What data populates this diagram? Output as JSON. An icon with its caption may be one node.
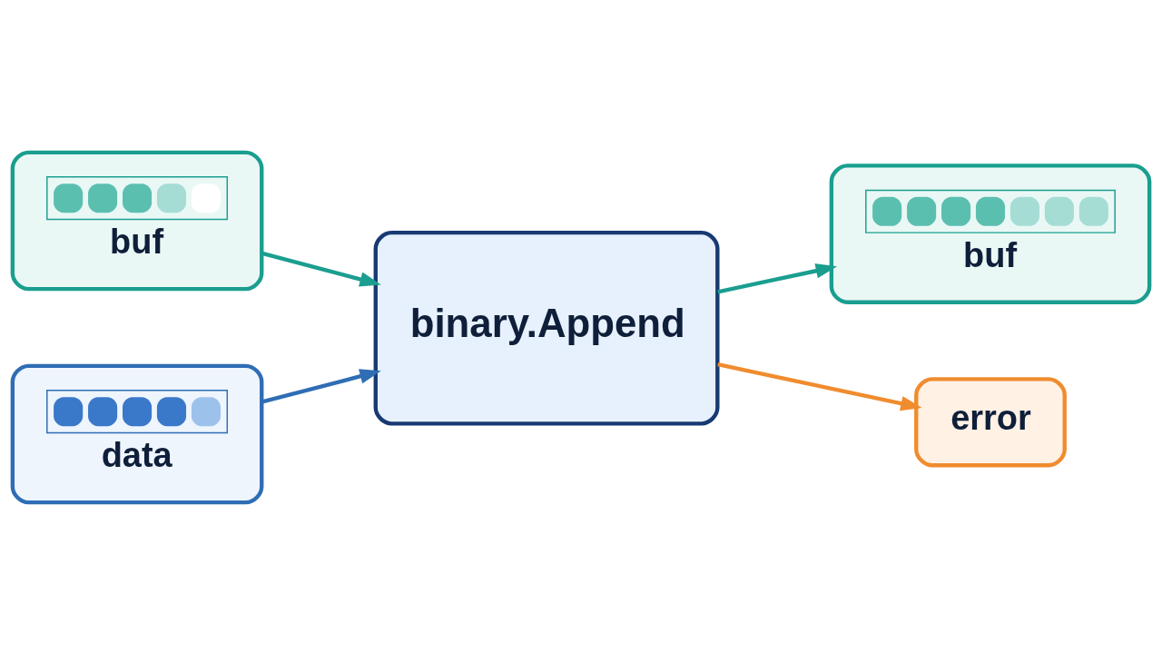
{
  "diagram": {
    "nodes": [
      {
        "text": [
          "buf"
        ]
      },
      {
        "text": [
          "data"
        ]
      },
      {
        "text": [
          "binary.Append"
        ]
      },
      {
        "text": [
          "buf"
        ]
      },
      {
        "text": [
          "error"
        ]
      }
    ],
    "edges": [
      {
        "from": 0,
        "to": 2,
        "arrow": "to"
      },
      {
        "from": 1,
        "to": 2,
        "arrow": "to",
        "color": "#2f6db5"
      },
      {
        "from": 2,
        "to": 3,
        "arrow": "to"
      },
      {
        "from": 2,
        "to": 4,
        "arrow": "to",
        "color": "#f08c2e"
      }
    ]
  }
}
